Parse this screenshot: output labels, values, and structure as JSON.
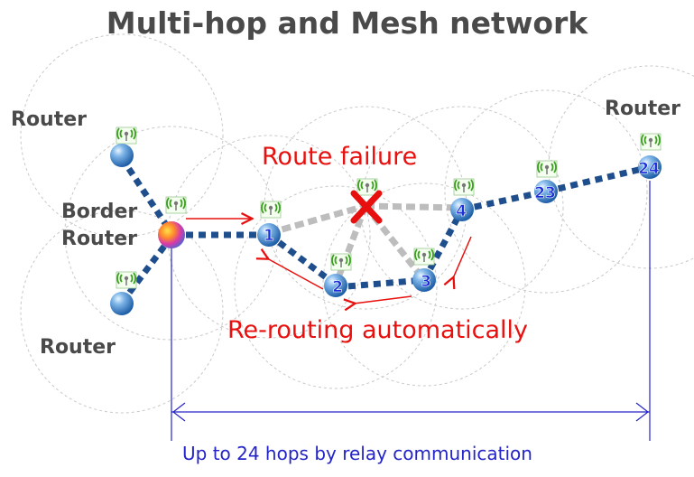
{
  "title": "Multi-hop and Mesh network",
  "labels": {
    "router_top_left": "Router",
    "router_top_right": "Router",
    "router_bottom_left": "Router",
    "border_router_line1": "Border",
    "border_router_line2": "Router",
    "route_failure": "Route failure",
    "rerouting": "Re-routing automatically",
    "hops_caption": "Up to 24 hops by relay communication"
  },
  "nodes": [
    {
      "id": "node-1",
      "number": "1"
    },
    {
      "id": "node-2",
      "number": "2"
    },
    {
      "id": "node-3",
      "number": "3"
    },
    {
      "id": "node-4",
      "number": "4"
    },
    {
      "id": "node-23",
      "number": "23"
    },
    {
      "id": "node-24",
      "number": "24"
    }
  ],
  "icons": {
    "node": "globe-node-icon",
    "signal": "wireless-signal-icon",
    "failure": "red-x-failure-icon"
  },
  "colors": {
    "title": "#4a4a4a",
    "route_dash": "#1f4e8c",
    "failed_route": "#bdbdbd",
    "alert_red": "#e8100e",
    "caption_blue": "#2424c8",
    "coverage_circle": "#c8c8c8"
  }
}
